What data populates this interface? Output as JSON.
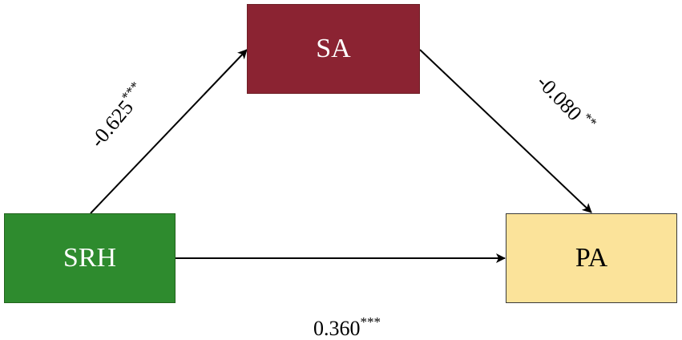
{
  "nodes": {
    "sa": {
      "label": "SA",
      "fill": "#8b2332",
      "text_color": "#ffffff"
    },
    "srh": {
      "label": "SRH",
      "fill": "#2e8b2e",
      "text_color": "#ffffff"
    },
    "pa": {
      "label": "PA",
      "fill": "#fbe39a",
      "text_color": "#000000"
    }
  },
  "paths": {
    "srh_to_sa": {
      "coefficient": "-0.625",
      "significance": "***"
    },
    "sa_to_pa": {
      "coefficient": "-0.080",
      "significance": " **"
    },
    "srh_to_pa": {
      "coefficient": "0.360",
      "significance": "***"
    }
  },
  "arrow_color": "#000000"
}
